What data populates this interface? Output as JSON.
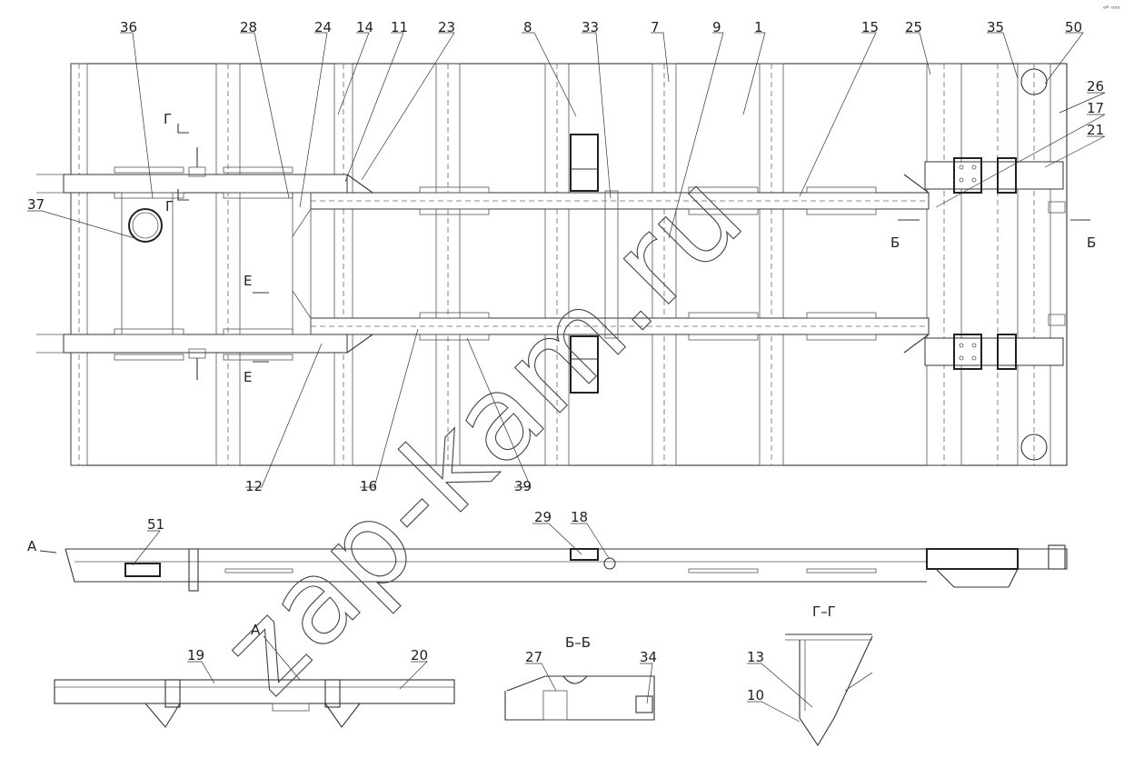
{
  "watermark": "zap-kam.ru",
  "corner_mark": "ᵒᴾ ᵒᵒᵒ",
  "callouts": [
    {
      "id": "c36",
      "text": "36"
    },
    {
      "id": "c28",
      "text": "28"
    },
    {
      "id": "c24",
      "text": "24"
    },
    {
      "id": "c14",
      "text": "14"
    },
    {
      "id": "c11",
      "text": "11"
    },
    {
      "id": "c23",
      "text": "23"
    },
    {
      "id": "c8",
      "text": "8"
    },
    {
      "id": "c33",
      "text": "33"
    },
    {
      "id": "c7",
      "text": "7"
    },
    {
      "id": "c9",
      "text": "9"
    },
    {
      "id": "c1",
      "text": "1"
    },
    {
      "id": "c15",
      "text": "15"
    },
    {
      "id": "c25",
      "text": "25"
    },
    {
      "id": "c35",
      "text": "35"
    },
    {
      "id": "c50",
      "text": "50"
    },
    {
      "id": "c26",
      "text": "26"
    },
    {
      "id": "c17",
      "text": "17"
    },
    {
      "id": "c21",
      "text": "21"
    },
    {
      "id": "c37",
      "text": "37"
    },
    {
      "id": "c12",
      "text": "12"
    },
    {
      "id": "c16",
      "text": "16"
    },
    {
      "id": "c39",
      "text": "39"
    },
    {
      "id": "c51",
      "text": "51"
    },
    {
      "id": "c29",
      "text": "29"
    },
    {
      "id": "c18",
      "text": "18"
    },
    {
      "id": "c19",
      "text": "19"
    },
    {
      "id": "c20",
      "text": "20"
    },
    {
      "id": "c27",
      "text": "27"
    },
    {
      "id": "c34",
      "text": "34"
    },
    {
      "id": "c13",
      "text": "13"
    },
    {
      "id": "c10",
      "text": "10"
    }
  ],
  "section_marks": {
    "g_top": "Г",
    "g_mid": "Г",
    "e_top": "Е",
    "e_bottom": "Е",
    "b_left": "Б",
    "b_right": "Б",
    "a_side": "А",
    "a_bottom": "А"
  },
  "view_titles": {
    "section_bb": "Б–Б",
    "section_gg": "Г–Г"
  }
}
